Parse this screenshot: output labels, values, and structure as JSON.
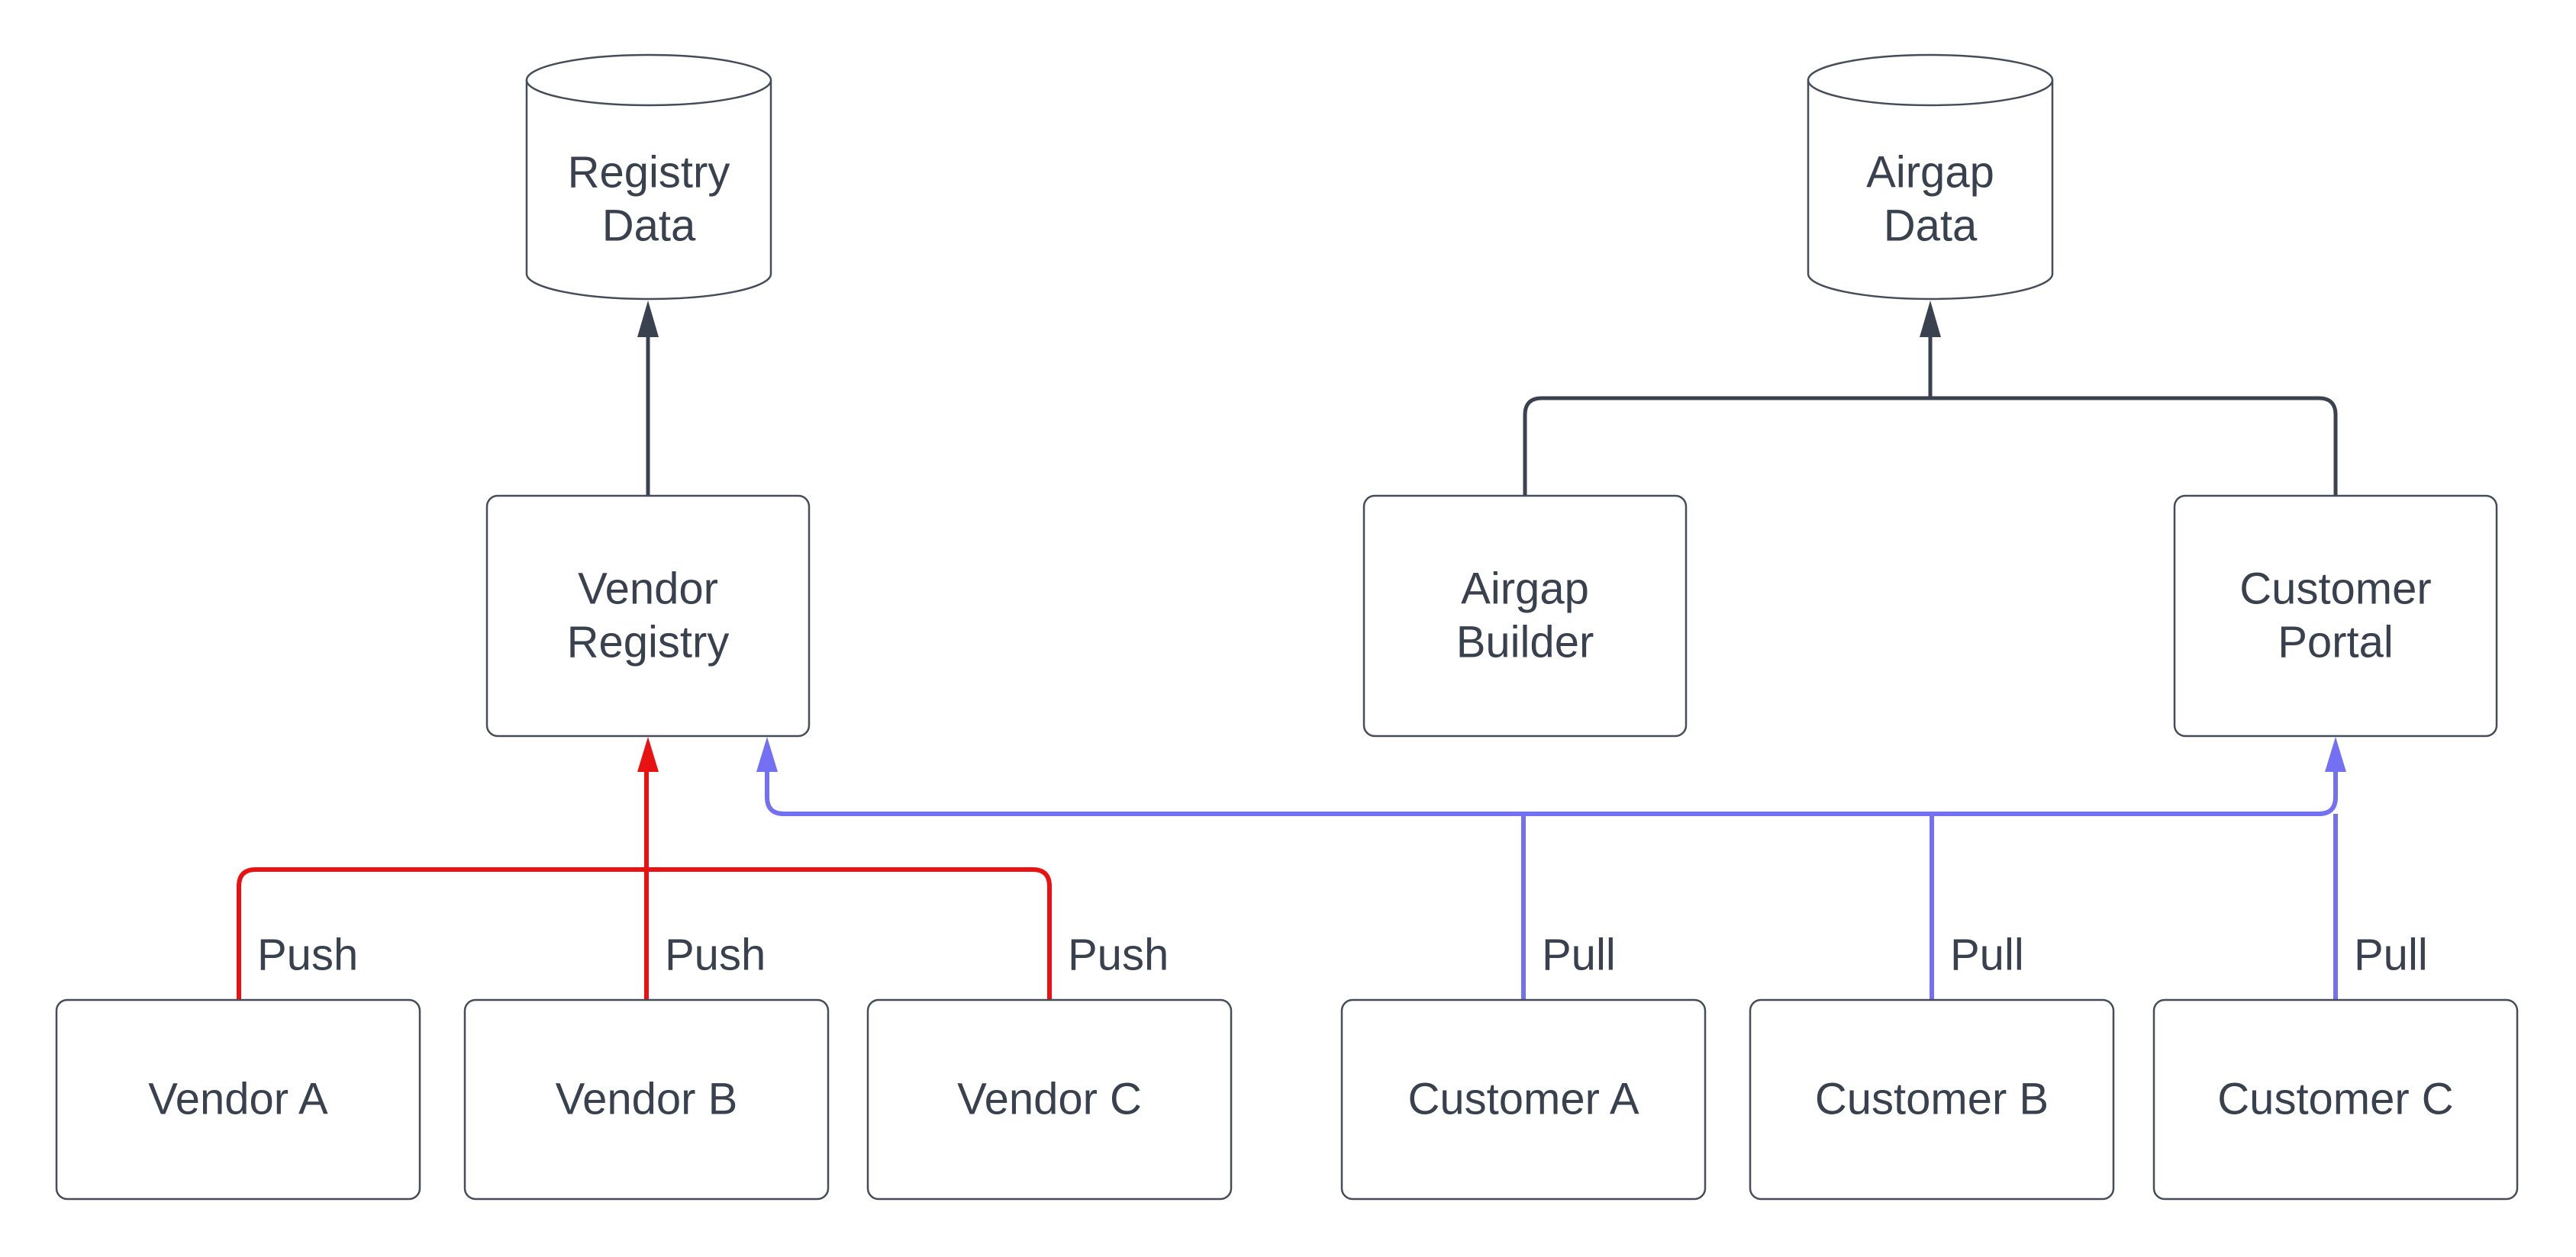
{
  "diagram": {
    "type": "flowchart",
    "background": "#ffffff",
    "colors": {
      "node_fill": "#ffffff",
      "node_border": "#444d59",
      "text": "#39414e",
      "dark_edge": "#39424e",
      "push_edge": "#e81212",
      "pull_edge": "#7470f4"
    },
    "nodes": {
      "registry_data": {
        "shape": "cylinder",
        "line1": "Registry",
        "line2": "Data"
      },
      "airgap_data": {
        "shape": "cylinder",
        "line1": "Airgap",
        "line2": "Data"
      },
      "vendor_registry": {
        "shape": "rect",
        "line1": "Vendor",
        "line2": "Registry"
      },
      "airgap_builder": {
        "shape": "rect",
        "line1": "Airgap",
        "line2": "Builder"
      },
      "customer_portal": {
        "shape": "rect",
        "line1": "Customer",
        "line2": "Portal"
      },
      "vendor_a": {
        "shape": "rect",
        "label": "Vendor A"
      },
      "vendor_b": {
        "shape": "rect",
        "label": "Vendor B"
      },
      "vendor_c": {
        "shape": "rect",
        "label": "Vendor C"
      },
      "customer_a": {
        "shape": "rect",
        "label": "Customer A"
      },
      "customer_b": {
        "shape": "rect",
        "label": "Customer B"
      },
      "customer_c": {
        "shape": "rect",
        "label": "Customer C"
      }
    },
    "edge_labels": {
      "push": [
        "Push",
        "Push",
        "Push"
      ],
      "pull": [
        "Pull",
        "Pull",
        "Pull"
      ]
    },
    "edges": [
      {
        "from": "Vendor Registry",
        "to": "Registry Data",
        "color": "dark"
      },
      {
        "from": "Airgap Builder",
        "to": "Airgap Data",
        "color": "dark"
      },
      {
        "from": "Customer Portal",
        "to": "Airgap Data",
        "color": "dark"
      },
      {
        "from": "Vendor A",
        "to": "Vendor Registry",
        "label": "Push",
        "color": "red"
      },
      {
        "from": "Vendor B",
        "to": "Vendor Registry",
        "label": "Push",
        "color": "red"
      },
      {
        "from": "Vendor C",
        "to": "Vendor Registry",
        "label": "Push",
        "color": "red"
      },
      {
        "from": "Customer A",
        "to": "Customer Portal",
        "label": "Pull",
        "color": "blue"
      },
      {
        "from": "Customer B",
        "to": "Customer Portal",
        "label": "Pull",
        "color": "blue"
      },
      {
        "from": "Customer C",
        "to": "Customer Portal",
        "label": "Pull",
        "color": "blue"
      },
      {
        "from": "Customers trunk",
        "to": "Vendor Registry",
        "color": "blue"
      }
    ]
  }
}
